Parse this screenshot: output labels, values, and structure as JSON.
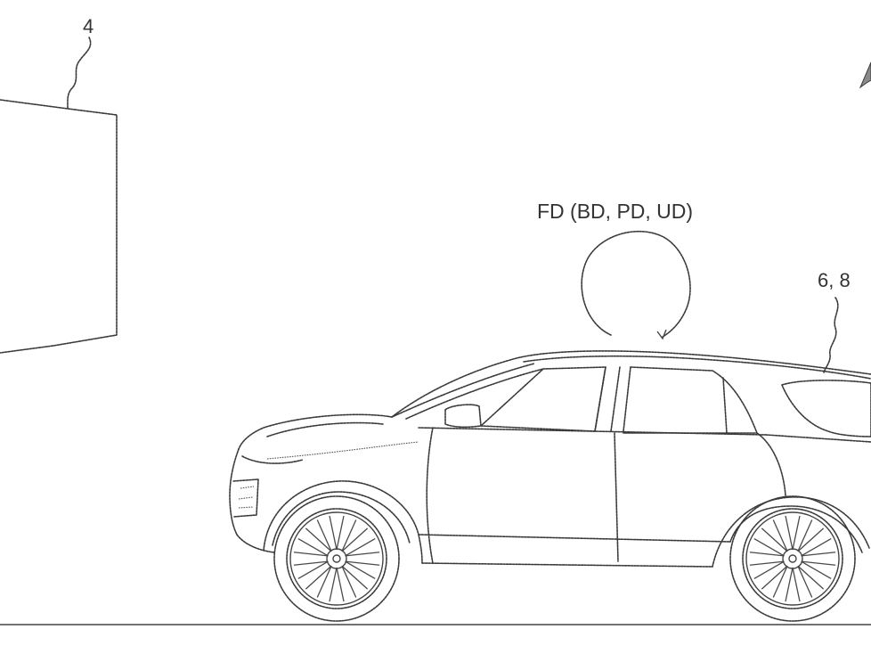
{
  "labels": {
    "screen_ref": "4",
    "rotation_label": "FD (BD, PD, UD)",
    "vehicle_ref": "6, 8"
  },
  "colors": {
    "ink": "#3a3a3a",
    "background": "#ffffff"
  }
}
